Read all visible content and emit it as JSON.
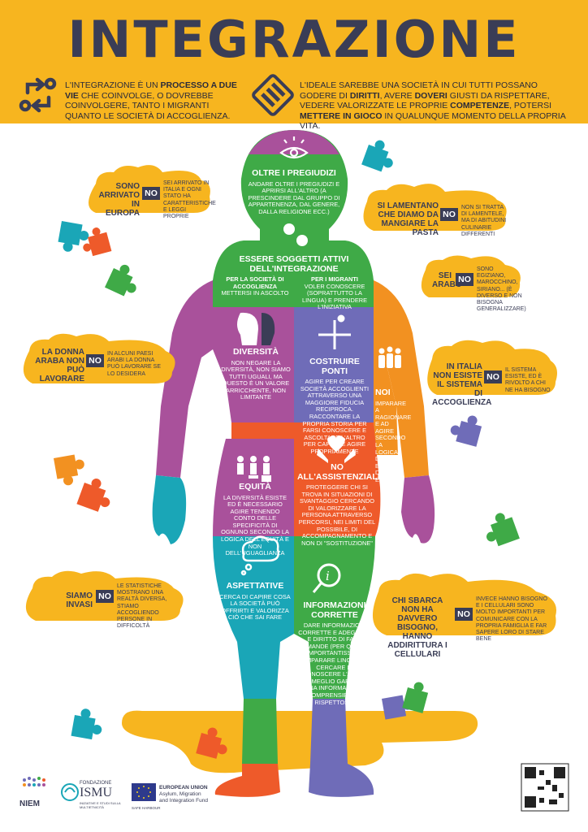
{
  "title": "INTEGRAZIONE",
  "intro_left": {
    "t1": "L'integrazione è un ",
    "b1": "processo a due vie",
    "t2": " che coinvolge, o dovrebbe coinvolgere, tanto i migranti quanto le società di accoglienza."
  },
  "intro_right": {
    "t1": "L'ideale sarebbe una società in cui tutti possano godere di ",
    "b1": "diritti",
    "t2": ", avere ",
    "b2": "doveri",
    "t3": " giusti da rispettare, vedere valorizzate le proprie ",
    "b3": "competenze",
    "t4": ", potersi ",
    "b4": "mettere in gioco",
    "t5": " in qualunque momento della propria vita."
  },
  "body": {
    "pregiudizi": {
      "title": "Oltre i pregiudizi",
      "text": "Andare oltre i pregiudizi e aprirsi all'altro (a prescindere dal gruppo di appartenenza, dal genere, dalla religione ecc.)"
    },
    "soggetti": {
      "title": "Essere soggetti attivi dell'integrazione",
      "left_h": "Per la società di accoglienza",
      "left_t": "Mettersi in ascolto",
      "right_h": "Per i migranti",
      "right_t": "Voler conoscere (soprattutto la lingua) e prendere l'iniziativa"
    },
    "diversita": {
      "title": "Diversità",
      "text": "Non negare la diversità, non siamo tutti uguali, ma questo è un valore arricchente, non limitante"
    },
    "ponti": {
      "title": "Costruire ponti",
      "text": "Agire per creare società accoglienti attraverso una maggiore fiducia reciproca. Raccontare la propria storia per farsi conoscere e ascoltare l'altro per capire e agire propriamente"
    },
    "noi": {
      "title": "Noi",
      "text": "Imparare a ragionare e ad agire secondo la logica del noi e non del tu ed io"
    },
    "equita": {
      "title": "Equità",
      "text": "La diversità esiste ed è necessario agire tenendo conto delle specificità di ognuno secondo la logica dell'equità e non dell'uguaglianza"
    },
    "assist": {
      "title": "No all'assistenzialismo",
      "text": "Proteggere chi si trova in situazioni di svantaggio cercando di valorizzare la persona attraverso percorsi, nei limiti del possibile, di accompagnamento e non di \"sostituzione\""
    },
    "aspettative": {
      "title": "Aspettative",
      "text": "Cerca di capire cosa la società può offrirti e valorizza ciò che sai fare"
    },
    "info": {
      "title": "Informazioni corrette",
      "text": "Dare informazioni corrette e adeguate e diritto di fare domande (per questo importantissimo imparare lingua e cercare di conoscere l'altro per meglio garantire una informazione comprensibile e rispettosa)"
    }
  },
  "myths": [
    {
      "claim": "Sono arrivato in Europa",
      "answer": "Sei arrivato in Italia e ogni stato ha caratteristiche e leggi proprie"
    },
    {
      "claim": "Si lamentano che diamo da mangiare la pasta",
      "answer": "Non si tratta di lamentele, ma di abitudini culinarie differenti"
    },
    {
      "claim": "Sei arabo",
      "answer": "Sono egiziano, marocchino, siriano... (è diverso e non bisogna generalizzare)"
    },
    {
      "claim": "La donna araba non può lavorare",
      "answer": "In alcuni paesi arabi la donna può lavorare se lo desidera"
    },
    {
      "claim": "In Italia non esiste il sistema di accoglienza",
      "answer": "Il sistema esiste, ed è rivolto a chi ne ha bisogno"
    },
    {
      "claim": "Siamo invasi",
      "answer": "Le statistiche mostrano una realtà diversa, stiamo accogliendo persone in difficoltà"
    },
    {
      "claim": "Chi sbarca non ha davvero bisogno, hanno addirittura i cellulari",
      "answer": "Invece hanno bisogno e i cellulari sono molto importanti per comunicare con la propria famiglia e far sapere loro di stare bene"
    }
  ],
  "no_label": "NO",
  "logos": {
    "niem": "NIEM",
    "fond1": "FONDAZIONE",
    "fond2": "ISMU",
    "fond3": "INIZIATIVE E STUDI SULLA MULTIETNICITÀ",
    "eu1": "EUROPEAN UNION",
    "eu2": "Asylum, Migration",
    "eu3": "and Integration Fund",
    "safe": "SAFE HARBOUR"
  },
  "colors": {
    "yellow": "#f7b51f",
    "navy": "#3a3d56",
    "green": "#3faa47",
    "purple": "#a9519b",
    "blue": "#6f6cb8",
    "orange": "#ee5a2a",
    "amber": "#f29121",
    "teal": "#1aa6b7"
  }
}
